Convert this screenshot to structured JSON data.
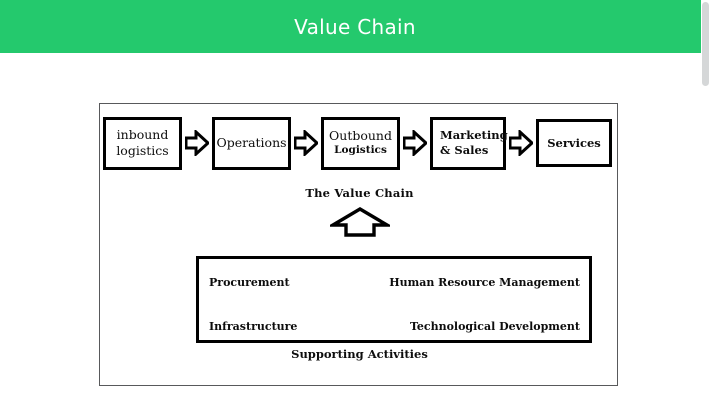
{
  "header": {
    "title": "Value Chain",
    "background_color": "#24c96d",
    "text_color": "#ffffff"
  },
  "scrollbar": {
    "thumb_color": "#d5d7d8",
    "position": "right"
  },
  "figure": {
    "primary_activities": [
      {
        "line1": "inbound",
        "line2": "logistics"
      },
      {
        "line1": "Operations",
        "line2": ""
      },
      {
        "line1": "Outbound",
        "line2": "Logistics"
      },
      {
        "line1": "Marketing",
        "line2": "& Sales"
      },
      {
        "line1": "Services",
        "line2": ""
      }
    ],
    "arrow_icon_name": "right-arrow-icon",
    "up_arrow_icon_name": "up-arrow-icon",
    "center_label": "The Value Chain",
    "support_activities": [
      {
        "left": "Procurement",
        "right": "Human Resource Management"
      },
      {
        "left": "Infrastructure",
        "right": "Technological Development"
      }
    ],
    "support_caption": "Supporting Activities"
  }
}
